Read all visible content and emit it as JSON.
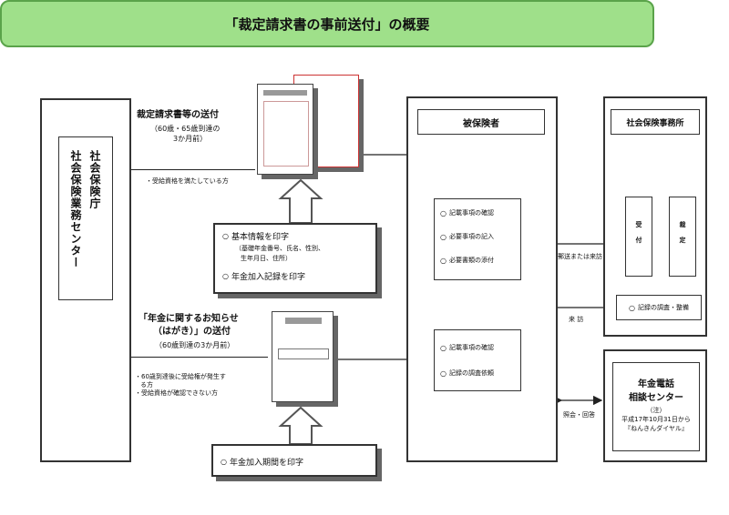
{
  "title": "「裁定請求書の事前送付」の概要",
  "left_org": {
    "line1": "社会保険庁",
    "line2": "社会保険業務センター"
  },
  "send1": {
    "title": "裁定請求書等の送付",
    "sub1": "（60歳・65歳到達の",
    "sub2": "3か月前）",
    "note": "・受給資格を満たしている方"
  },
  "print1": {
    "items": [
      "基本情報を印字",
      "年金加入記録を印字"
    ],
    "sub": [
      "（基礎年金番号、氏名、性別、",
      "生年月日、住所）"
    ]
  },
  "send2": {
    "line1": "「年金に関するお知らせ",
    "line2": "（はがき）」の送付",
    "line3": "（60歳到達の3か月前）",
    "notes": [
      "・60歳到達後に受給権が発生す",
      "る方",
      "・受給資格が確認できない方"
    ]
  },
  "print2": {
    "item": "年金加入期間を印字"
  },
  "insured": {
    "title": "被保険者",
    "group1": [
      "記載事項の確認",
      "必要事項の記入",
      "必要書類の添付"
    ],
    "group2": [
      "記載事項の確認",
      "記録の調査依頼"
    ]
  },
  "office": {
    "title": "社会保険事務所",
    "step1": "受付",
    "step2": "裁定",
    "record": "記録の調査・整備"
  },
  "arrows": {
    "mail": "郵送または来訪",
    "visit": "来 訪",
    "phone": "照会・回答"
  },
  "call_center": {
    "title1": "年金電話",
    "title2": "相談センター",
    "note1": "（注）",
    "note2": "平成17年10月31日から",
    "note3": "『ねんきんダイヤル』"
  }
}
